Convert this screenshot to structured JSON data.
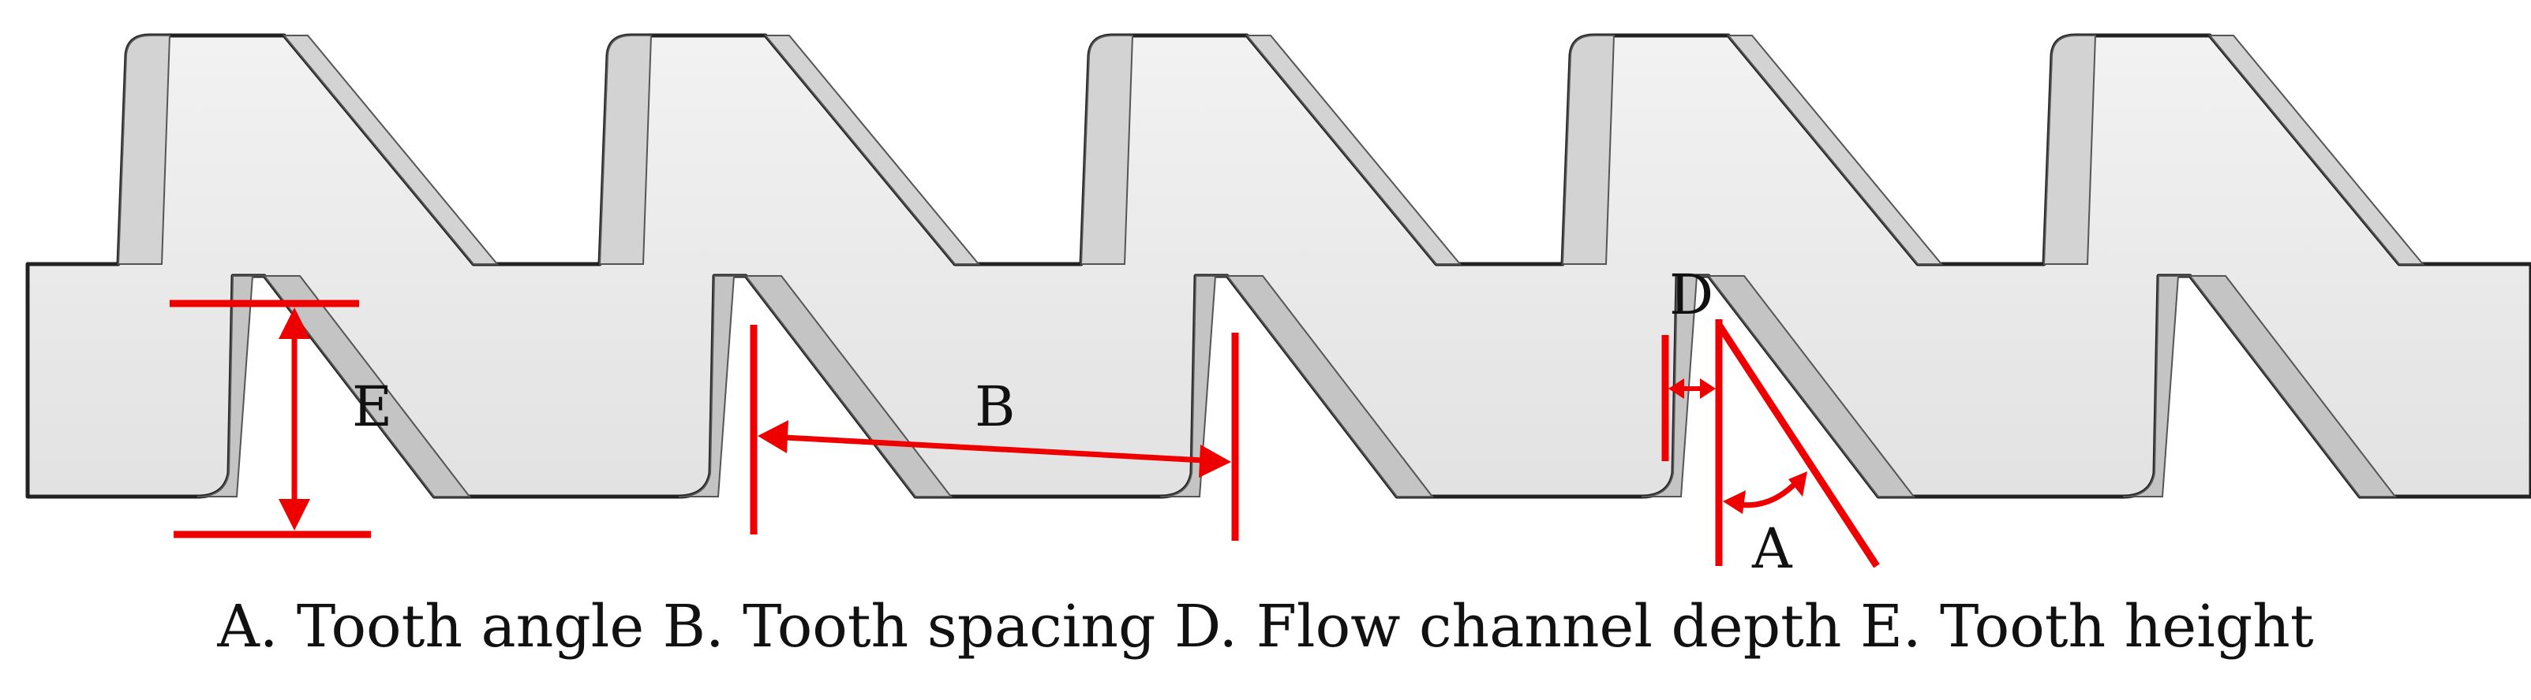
{
  "labels": {
    "a": "A",
    "b": "B",
    "d": "D",
    "e": "E"
  },
  "caption": "A. Tooth angle B. Tooth spacing D. Flow channel depth E. Tooth height",
  "colors": {
    "dimension": "#ee0000",
    "body_fill": "#e6e6e6",
    "face_fill": "#cfcfcf",
    "outline": "#222222"
  }
}
